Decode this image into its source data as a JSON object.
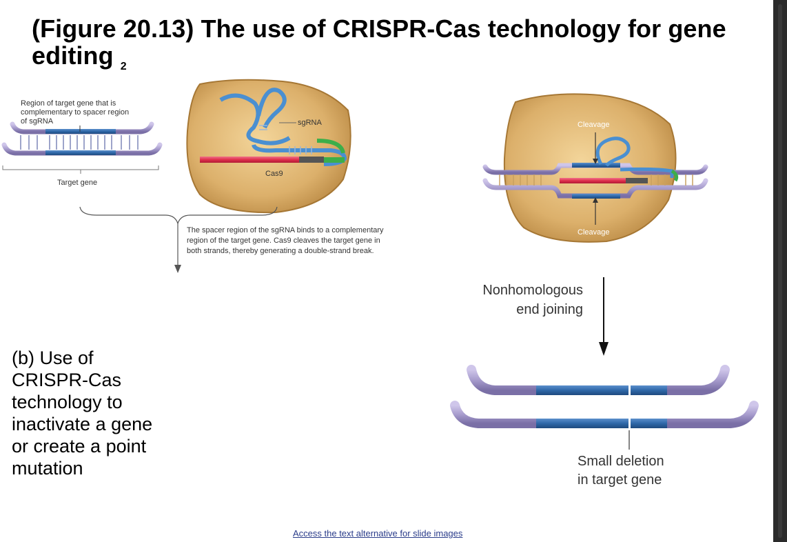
{
  "slide": {
    "title": "(Figure 20.13) The use of CRISPR-Cas technology for gene editing",
    "title_suffix": "2",
    "panel_caption": "(b) Use of CRISPR-Cas technology to inactivate a gene or create a point mutation",
    "link_text": "Access the text alternative for slide images"
  },
  "diagram": {
    "region_label": [
      "Region of target gene that is",
      "complementary to spacer region",
      "of sgRNA"
    ],
    "target_gene_label": "Target gene",
    "sgrna_label": "sgRNA",
    "cas9_label": "Cas9",
    "binding_text": [
      "The spacer region of the sgRNA binds to a complementary",
      "region of the target gene. Cas9 cleaves the target gene in",
      "both strands, thereby generating a double-strand break."
    ],
    "cleavage_top_label": "Cleavage",
    "cleavage_bottom_label": "Cleavage",
    "nhej_label": [
      "Nonhomologous",
      "end joining"
    ],
    "deletion_label": [
      "Small deletion",
      "in target gene"
    ]
  },
  "colors": {
    "background": "#ffffff",
    "strand_purple": "#a79ccd",
    "gene_blue": "#2f68a8",
    "cell_tan": "#d8ad6a",
    "sgrna_blue": "#4a8fd1",
    "cas9_red": "#e0304c",
    "sgrna_green": "#3cae4a",
    "link_blue": "#2a3c8a",
    "scrollbar": "#2b2b2b"
  }
}
